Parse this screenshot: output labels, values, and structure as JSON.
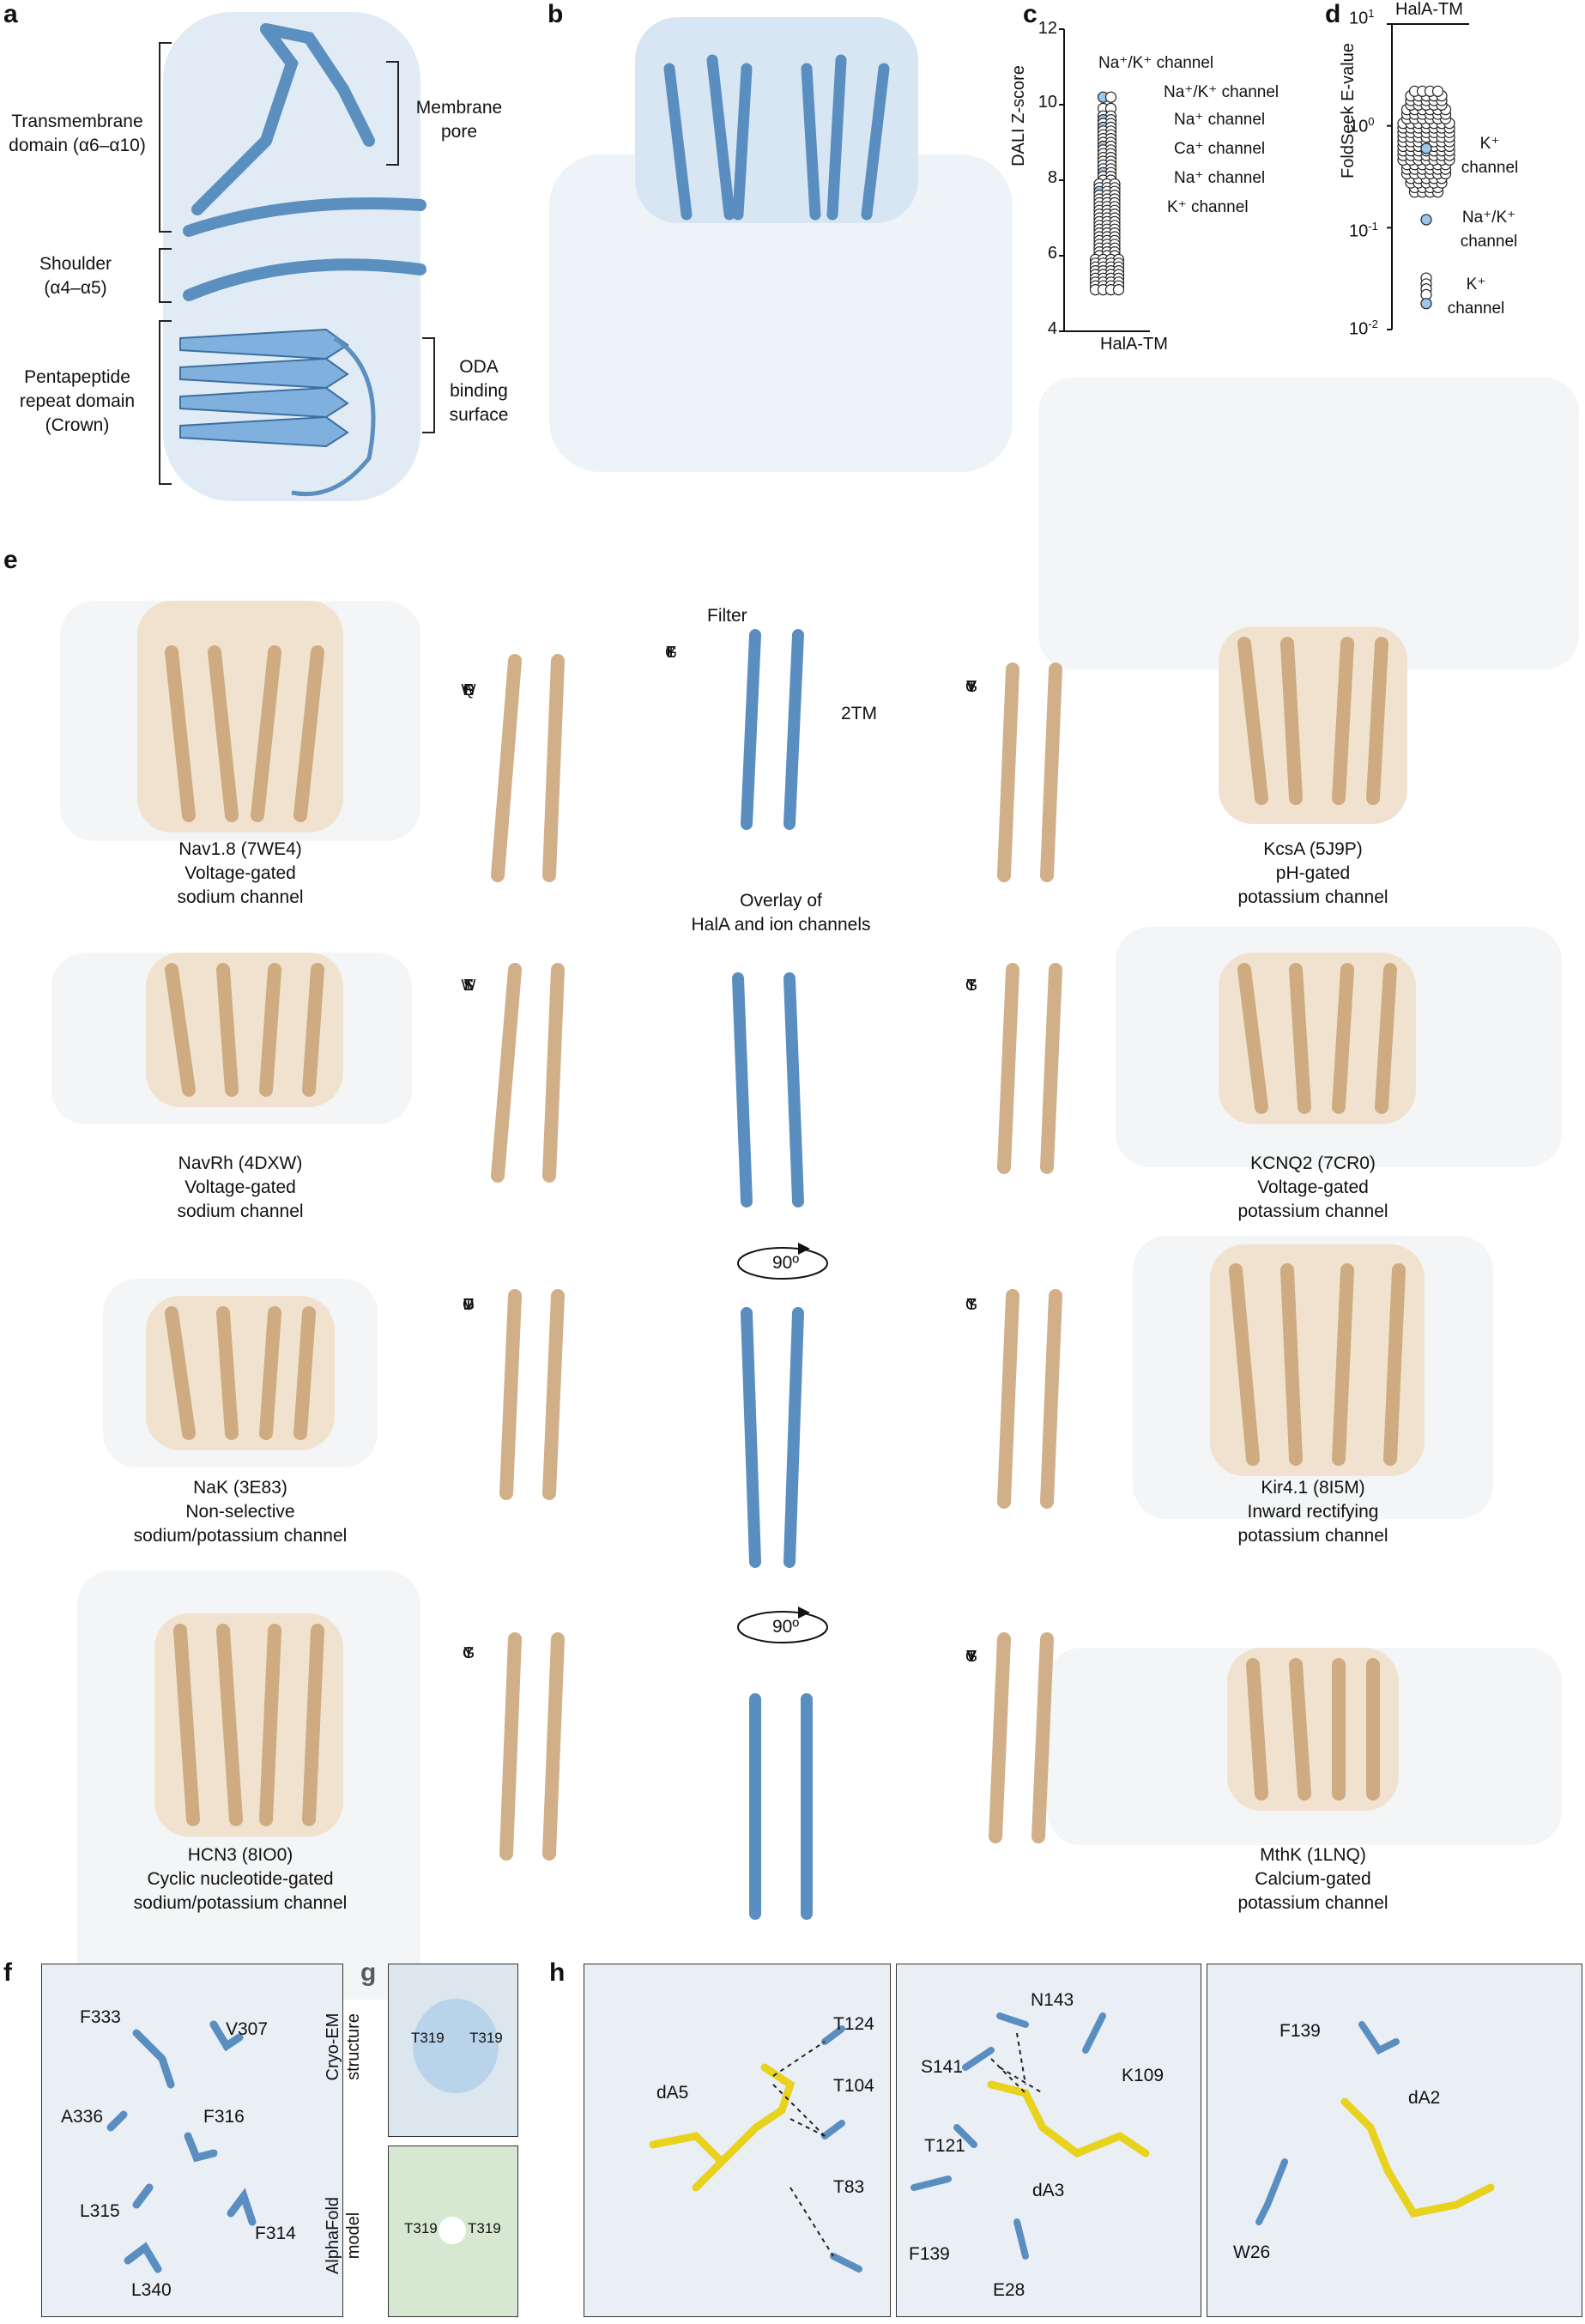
{
  "panels": {
    "a": "a",
    "b": "b",
    "c": "c",
    "d": "d",
    "e": "e",
    "f": "f",
    "g": "g",
    "h": "h"
  },
  "panel_a": {
    "tm_domain": [
      "Transmembrane",
      "domain (α6–α10)"
    ],
    "membrane_pore": [
      "Membrane",
      "pore"
    ],
    "shoulder": [
      "Shoulder",
      "(α4–α5)"
    ],
    "crown": [
      "Pentapeptide",
      "repeat domain",
      "(Crown)"
    ],
    "oda": [
      "ODA",
      "binding",
      "surface"
    ]
  },
  "chart_data": [
    {
      "type": "scatter",
      "panel": "c",
      "ylabel": "DALI Z-score",
      "xlabel": "HalA-TM",
      "ylim": [
        4,
        12
      ],
      "yticks": [
        4,
        6,
        8,
        10,
        12
      ],
      "points_shown_as_stacked_beeswarm": true,
      "annotations": [
        {
          "label": "Na⁺/K⁺ channel",
          "y": 10.2
        },
        {
          "label": "Na⁺/K⁺ channel",
          "y": 9.6
        },
        {
          "label": "Na⁺ channel",
          "y": 9.4
        },
        {
          "label": "Ca⁺ channel",
          "y": 8.9
        },
        {
          "label": "Na⁺ channel",
          "y": 8.2
        },
        {
          "label": "K⁺ channel",
          "y": 7.7
        }
      ],
      "values_approx": [
        10.2,
        9.9,
        9.7,
        9.6,
        9.5,
        9.4,
        9.3,
        9.2,
        9.1,
        9.0,
        8.9,
        8.8,
        8.7,
        8.6,
        8.5,
        8.4,
        8.3,
        8.2,
        8.1,
        8.0,
        7.9,
        7.8,
        7.7,
        7.6,
        7.5,
        7.4,
        7.3,
        7.2,
        7.1,
        7.0,
        6.9,
        6.8,
        6.7,
        6.6,
        6.5,
        6.4,
        6.3,
        6.2,
        6.1,
        6.0,
        5.9,
        5.8,
        5.7,
        5.6,
        5.5,
        5.4,
        5.3,
        5.2,
        5.1
      ]
    },
    {
      "type": "scatter",
      "panel": "d",
      "title": "HalA-TM",
      "ylabel": "FoldSeek E-value",
      "yscale": "log",
      "ylim": [
        0.01,
        10
      ],
      "yticks": [
        "10⁻²",
        "10⁻¹",
        "10⁰",
        "10¹"
      ],
      "annotations": [
        {
          "label": "K⁺ channel",
          "y": 0.6
        },
        {
          "label": "Na⁺/K⁺ channel",
          "y": 0.12
        },
        {
          "label": "K⁺ channel",
          "y": 0.018
        }
      ]
    }
  ],
  "panel_c_labels": {
    "ylabel": "DALI Z-score",
    "xlabel": "HalA-TM",
    "ticks": [
      "4",
      "6",
      "8",
      "10",
      "12"
    ],
    "ann": [
      "Na⁺/K⁺ channel",
      "Na⁺/K⁺ channel",
      "Na⁺ channel",
      "Ca⁺ channel",
      "Na⁺ channel",
      "K⁺ channel"
    ]
  },
  "panel_d_labels": {
    "title": "HalA-TM",
    "ylabel": "FoldSeek E-value",
    "ann1": [
      "K⁺",
      "channel"
    ],
    "ann2": [
      "Na⁺/K⁺",
      "channel"
    ],
    "ann3": [
      "K⁺",
      "channel"
    ]
  },
  "panel_e": {
    "filter": "Filter",
    "tm2": "2TM",
    "overlay": [
      "Overlay of",
      "HalA and ion channels"
    ],
    "rot1": "90º",
    "rot2": "90º",
    "left": [
      {
        "name": "Nav1.8 (7WE4)",
        "l2": "Voltage-gated",
        "l3": "sodium channel",
        "seq": [
          "W",
          "E",
          "G",
          "Q",
          "L"
        ]
      },
      {
        "name": "NavRh (4DXW)",
        "l2": "Voltage-gated",
        "l3": "sodium channel",
        "seq": [
          "W",
          "S",
          "S",
          "L",
          "T"
        ]
      },
      {
        "name": "NaK (3E83)",
        "l2": "Non-selective",
        "l3": "sodium/potassium channel",
        "seq": [
          "G",
          "D",
          "G",
          "V",
          "T"
        ]
      },
      {
        "name": "HCN3 (8IO0)",
        "l2": "Cyclic nucleotide-gated",
        "l3": "sodium/potassium channel",
        "seq": [
          "G",
          "Y",
          "G",
          "I",
          "C"
        ]
      }
    ],
    "right": [
      {
        "name": "KcsA (5J9P)",
        "l2": "pH-gated",
        "l3": "potassium channel",
        "seq": [
          "G",
          "Y",
          "G",
          "V",
          "T"
        ]
      },
      {
        "name": "KCNQ2 (7CR0)",
        "l2": "Voltage-gated",
        "l3": "potassium channel",
        "seq": [
          "G",
          "Y",
          "G",
          "I",
          "T"
        ]
      },
      {
        "name": "Kir4.1 (8I5M)",
        "l2": "Inward rectifying",
        "l3": "potassium channel",
        "seq": [
          "G",
          "Y",
          "G",
          "I",
          "T"
        ]
      },
      {
        "name": "MthK (1LNQ)",
        "l2": "Calcium-gated",
        "l3": "potassium channel",
        "seq": [
          "G",
          "Y",
          "G",
          "V",
          "T"
        ]
      }
    ],
    "halA_seq": [
      "T",
      "Y",
      "G",
      "F",
      "L"
    ]
  },
  "panel_f": {
    "residues": [
      "F333",
      "V307",
      "A336",
      "F316",
      "L315",
      "F314",
      "L340"
    ]
  },
  "panel_g": {
    "cryo": [
      "Cryo-EM",
      "structure"
    ],
    "af": [
      "AlphaFold",
      "model"
    ],
    "res": [
      "T319",
      "T319",
      "T319",
      "T319"
    ]
  },
  "panel_h": {
    "box1": [
      "T124",
      "T104",
      "dA5",
      "T83"
    ],
    "box2": [
      "N143",
      "S141",
      "K109",
      "T121",
      "dA3",
      "F139",
      "E28"
    ],
    "box3": [
      "F139",
      "dA2",
      "W26"
    ]
  },
  "colors": {
    "halA_blue": "#6fa3d0",
    "channel_tan": "#d9b48a",
    "surface_blue": "#d6e6f3",
    "surface_grey": "#e6e8ea",
    "surface_green": "#cfe5c8",
    "ligand_yellow": "#f2e12a"
  }
}
